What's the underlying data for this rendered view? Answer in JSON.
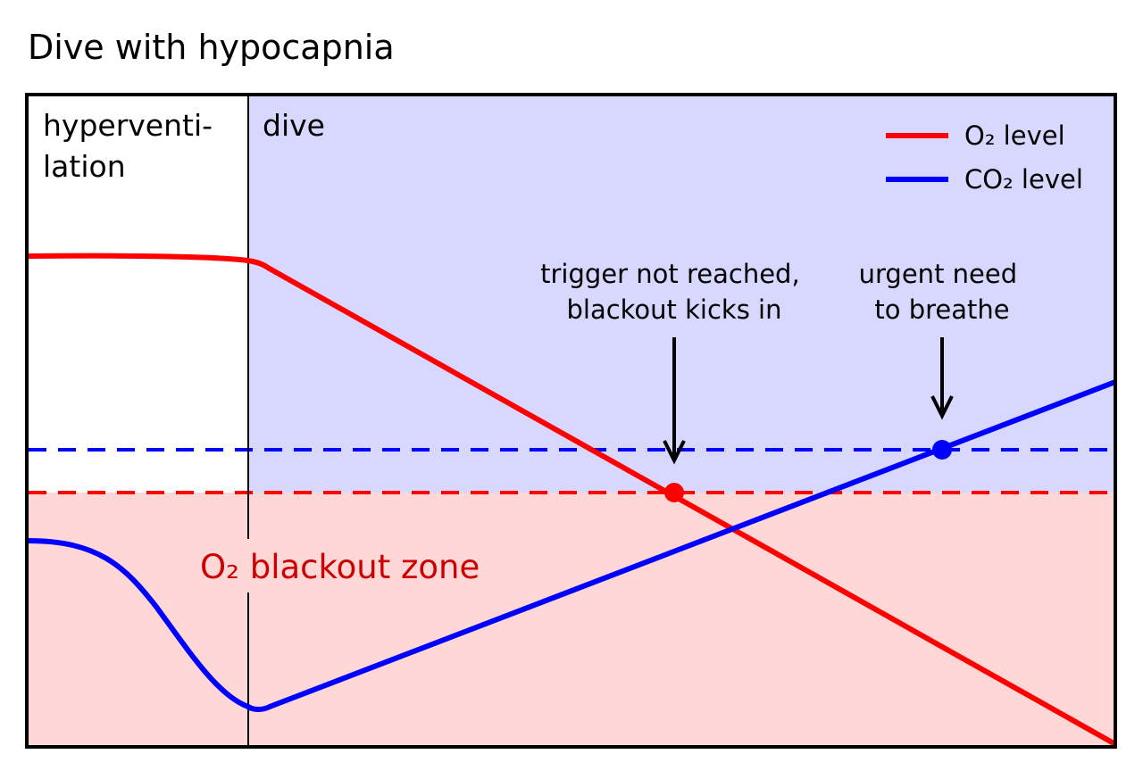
{
  "title": "Dive with hypocapnia",
  "phases": {
    "hyperventilation": [
      "hyperventi-",
      "lation"
    ],
    "dive": "dive"
  },
  "legend": [
    {
      "label": "O₂ level",
      "color": "#ff0000"
    },
    {
      "label": "CO₂ level",
      "color": "#0000ff"
    }
  ],
  "annotations": {
    "o2_trigger": [
      "trigger not reached,",
      "blackout kicks in"
    ],
    "co2_trigger": [
      "urgent need",
      "to breathe"
    ]
  },
  "zone_label": "O₂ blackout zone",
  "colors": {
    "o2": "#ff0000",
    "co2": "#0000ff",
    "dive_bg": "#d7d7ff",
    "blackout_bg": "#ffd7d7",
    "zone_text": "#cc0000",
    "frame": "#000000"
  }
}
